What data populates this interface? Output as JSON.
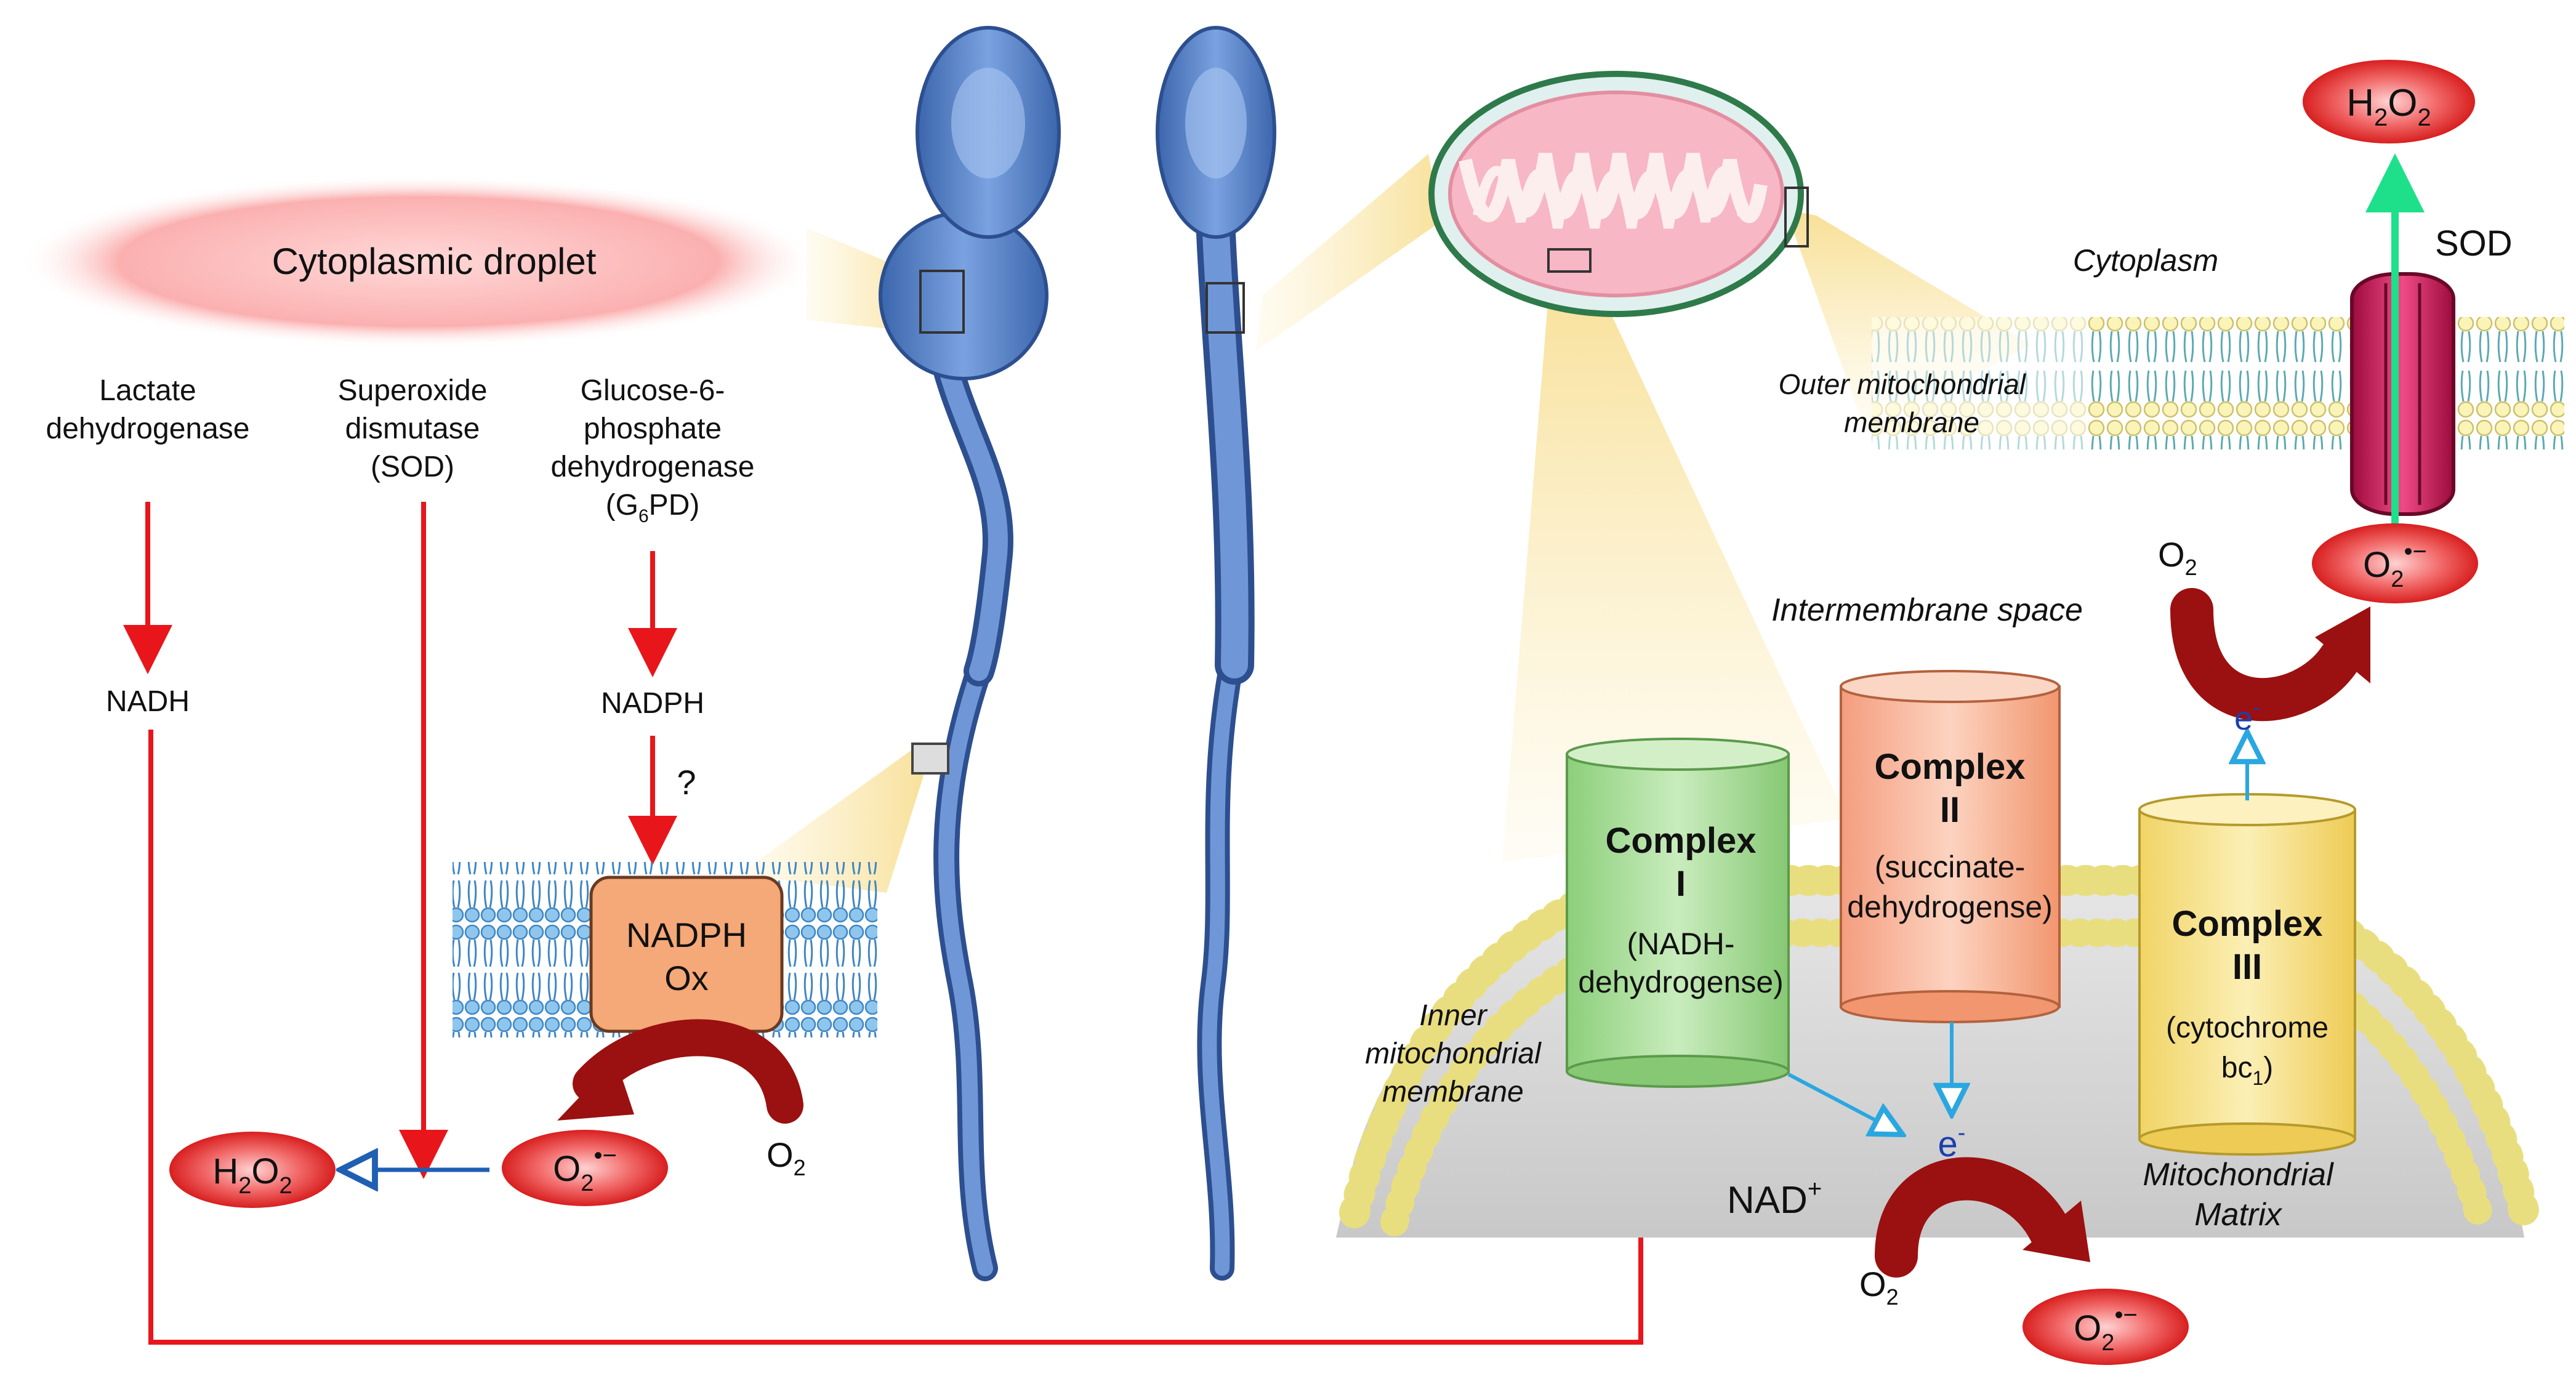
{
  "cytoplasmic_droplet": "Cytoplasmic droplet",
  "enzymes": {
    "ldh": [
      "Lactate",
      "dehydrogenase"
    ],
    "sod": [
      "Superoxide",
      "dismutase",
      "(SOD)"
    ],
    "g6pd": {
      "l1": "Glucose-6-",
      "l2": "phosphate",
      "l3": "dehydrogenase",
      "l4_pre": "(G",
      "l4_sub": "6",
      "l4_post": "PD)"
    }
  },
  "nadh": "NADH",
  "nadph": "NADPH",
  "question": "?",
  "nadph_ox": [
    "NADPH",
    "Ox"
  ],
  "species": {
    "h2o2": {
      "h": "H",
      "sub": "2",
      "o": "O",
      "sub2": "2"
    },
    "o2": {
      "o": "O",
      "sub": "2"
    },
    "superoxide": {
      "o": "O",
      "sub": "2",
      "sup": "•−"
    }
  },
  "cytoplasm": "Cytoplasm",
  "sod_label": "SOD",
  "outer_membrane": [
    "Outer mitochondrial",
    "membrane"
  ],
  "intermembrane_space": "Intermembrane space",
  "inner_membrane": [
    "Inner",
    "mitochondrial",
    "membrane"
  ],
  "matrix": [
    "Mitochondrial",
    "Matrix"
  ],
  "complex1": {
    "title": [
      "Complex",
      "I"
    ],
    "desc": [
      "(NADH-",
      "dehydrogense)"
    ]
  },
  "complex2": {
    "title": [
      "Complex",
      "II"
    ],
    "desc": [
      "(succinate-",
      "dehydrogense)"
    ]
  },
  "complex3": {
    "title": [
      "Complex",
      "III"
    ],
    "desc": [
      "(cytochrome",
      "bc"
    ],
    "desc_sub": "1",
    "desc_post": ")"
  },
  "electron": {
    "e": "e",
    "sup": "-"
  },
  "nad": {
    "base": "NAD",
    "sup": "+"
  },
  "colors": {
    "red_arrow": "#e8161b",
    "dark_red_arrow": "#9b1010",
    "blue_arrow": "#1f5fb4",
    "cyan_arrow": "#2aa7e0",
    "green_arrow": "#1ee08a",
    "sperm_blue": "#4f7fc8",
    "complex1": "#a9d99a",
    "complex2": "#f7b49a",
    "complex3": "#f7e08a",
    "nadph_box": "#f5a878",
    "oval_red": "#f23c3c"
  }
}
